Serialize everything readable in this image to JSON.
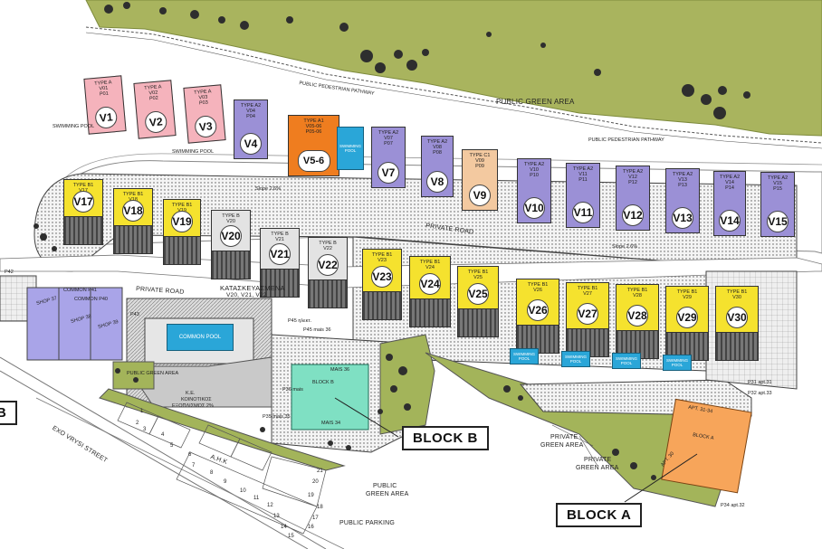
{
  "areas": {
    "public_green_top": "PUBLIC GREEN AREA",
    "public_pedestrian_top": "PUBLIC PEDESTRIAN PATHWAY",
    "public_pedestrian_mid": "PUBLIC PEDESTRIAN PATHWAY",
    "private_road_1": "PRIVATE ROAD",
    "private_road_2": "PRIVATE ROAD",
    "slope_1": "Slope 2.6%",
    "slope_2": "Slope 2.6%",
    "under_construction": "ΚΑΤΑΣΚΕΥΑΣΜΕΝΑ",
    "under_construction_units": "V20, V21, V22",
    "common_pool": "COMMON POOL",
    "public_green_left": "PUBLIC GREEN AREA",
    "ke_line1": "Κ.Ε.",
    "ke_line2": "ΚΟΙΝΟΤΙΚΟΣ",
    "ke_line3": "ΕΞΟΠΛΙΣΜΟΣ 2%",
    "street": "EXO VRYSI STREET",
    "ahk": "Α.Η.Κ",
    "public_green_bottom_1": "PUBLIC",
    "public_green_bottom_2": "GREEN AREA",
    "public_parking": "PUBLIC PARKING",
    "private_green_1_a": "PRIVATE",
    "private_green_1_b": "GREEN AREA",
    "private_green_2_a": "PRIVATE",
    "private_green_2_b": "GREEN AREA",
    "swimming_pool_v1": "SWIMMING POOL",
    "swimming_pool_v2": "SWIMMING POOL"
  },
  "blocks": {
    "block_a_label": "BLOCK A",
    "block_a_inner": "BLOCK A",
    "block_a_apt_top": "APT. 31-34",
    "block_a_apt_bottom": "APT. 30",
    "block_b_label": "BLOCK B",
    "block_b_inner": "BLOCK B",
    "block_b_mais_top": "MAIS 36",
    "block_b_mais_bottom": "MAIS 34",
    "left_cut_label": "B"
  },
  "shops": [
    "SHOP 37",
    "SHOP 38",
    "SHOP 39"
  ],
  "commons": [
    "COMMON P41",
    "COMMON P40"
  ],
  "parking_labels": {
    "p42": "P42",
    "p43": "P43",
    "p45": "P45 ηλεκτ.",
    "p45b": "P45 mais 36",
    "p35": "P35 mais 35",
    "p31": "P31 apt.31",
    "p32": "P32 apt.33",
    "p34": "P34 apt.32",
    "p36": "P36 mais"
  },
  "bottom_lots": [
    "1",
    "2",
    "3",
    "4",
    "5",
    "6",
    "7",
    "8",
    "9",
    "10",
    "11",
    "12",
    "13",
    "14",
    "15",
    "16",
    "17",
    "18",
    "19",
    "20",
    "21"
  ],
  "row1": [
    {
      "id": "V1",
      "type": "TYPE A",
      "u": "V01",
      "p": "P01"
    },
    {
      "id": "V2",
      "type": "TYPE A",
      "u": "V02",
      "p": "P02"
    },
    {
      "id": "V3",
      "type": "TYPE A",
      "u": "V03",
      "p": "P03"
    },
    {
      "id": "V4",
      "type": "TYPE A2",
      "u": "V04",
      "p": "P04"
    },
    {
      "id": "V5-6",
      "type": "TYPE A1",
      "u": "V05-06",
      "p": "P05-06"
    },
    {
      "id": "V7",
      "type": "TYPE A2",
      "u": "V07",
      "p": "P07"
    },
    {
      "id": "V8",
      "type": "TYPE A2",
      "u": "V08",
      "p": "P08"
    },
    {
      "id": "V9",
      "type": "TYPE C1",
      "u": "V09",
      "p": "P09"
    },
    {
      "id": "V10",
      "type": "TYPE A2",
      "u": "V10",
      "p": "P10"
    },
    {
      "id": "V11",
      "type": "TYPE A2",
      "u": "V11",
      "p": "P11"
    },
    {
      "id": "V12",
      "type": "TYPE A2",
      "u": "V12",
      "p": "P12"
    },
    {
      "id": "V13",
      "type": "TYPE A2",
      "u": "V13",
      "p": "P13"
    },
    {
      "id": "V14",
      "type": "TYPE A2",
      "u": "V14",
      "p": "P14"
    },
    {
      "id": "V15",
      "type": "TYPE A2",
      "u": "V15",
      "p": "P15"
    }
  ],
  "pool_v56": "SWIMMING POOL",
  "row2": [
    {
      "id": "V17",
      "type": "TYPE B1",
      "u": "V17"
    },
    {
      "id": "V18",
      "type": "TYPE B1",
      "u": "V18"
    },
    {
      "id": "V19",
      "type": "TYPE B1",
      "u": "V19"
    },
    {
      "id": "V20",
      "type": "TYPE B",
      "u": "V20"
    },
    {
      "id": "V21",
      "type": "TYPE B",
      "u": "V21"
    },
    {
      "id": "V22",
      "type": "TYPE B",
      "u": "V22"
    },
    {
      "id": "V23",
      "type": "TYPE B1",
      "u": "V23"
    },
    {
      "id": "V24",
      "type": "TYPE B1",
      "u": "V24"
    },
    {
      "id": "V25",
      "type": "TYPE B1",
      "u": "V25"
    },
    {
      "id": "V26",
      "type": "TYPE B1",
      "u": "V26"
    },
    {
      "id": "V27",
      "type": "TYPE B1",
      "u": "V27"
    },
    {
      "id": "V28",
      "type": "TYPE B1",
      "u": "V28"
    },
    {
      "id": "V29",
      "type": "TYPE B1",
      "u": "V29"
    },
    {
      "id": "V30",
      "type": "TYPE B1",
      "u": "V30"
    }
  ],
  "row2_pools": [
    "SWIMMING POOL",
    "SWIMMING POOL",
    "SWIMMING POOL",
    "SWIMMING POOL",
    "SWIMMING POOL"
  ],
  "colors": {
    "type_a": "#f5b3bc",
    "type_a2": "#9b90d6",
    "type_a1": "#ef7d1f",
    "type_c1": "#f3c9a0",
    "type_b1": "#f5e22e",
    "type_b": "#e3e3e3",
    "green": "#a3b45a",
    "block_a": "#f7a55a",
    "block_b": "#7fe0c3",
    "shops": "#a9a4e8",
    "pool": "#2aa6d8"
  }
}
